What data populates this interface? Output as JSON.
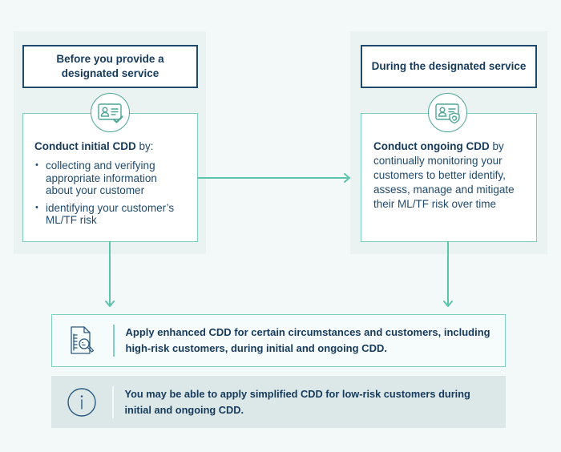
{
  "colors": {
    "background": "#f3f9f9",
    "panel": "#eaf2f2",
    "navy": "#1f4a6e",
    "teal": "#5cc3ad",
    "teal_border": "#7fcfc0",
    "info_bg": "#dce8e8"
  },
  "before": {
    "header": "Before you provide a designated service",
    "icon": "id-card-check-icon",
    "title_bold": "Conduct initial CDD",
    "title_rest": " by:",
    "bullets": [
      "collecting and verifying appropriate information about your customer",
      "identifying your customer’s ML/TF risk"
    ]
  },
  "during": {
    "header": "During the designated service",
    "icon": "id-card-shield-icon",
    "title_bold": "Conduct ongoing CDD",
    "title_rest": " by continually monitoring your customers to better identify, assess, manage and mitigate their ML/TF risk over time"
  },
  "enhanced": {
    "icon": "document-magnifier-icon",
    "text": "Apply enhanced CDD for certain circumstances and customers, including high-risk customers, during initial and ongoing CDD."
  },
  "simplified": {
    "icon": "info-icon",
    "text": "You may be able to apply simplified CDD for low-risk customers during initial and ongoing CDD."
  }
}
